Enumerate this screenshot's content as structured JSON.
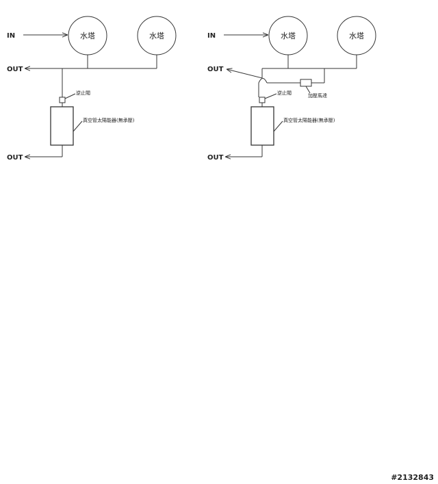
{
  "left": {
    "in_label": "IN",
    "out_top_label": "OUT",
    "out_bottom_label": "OUT",
    "tank1_label": "水塔",
    "tank2_label": "水塔",
    "check_valve_label": "逆止閥",
    "heater_label": "真空管太陽能器(無承壓)"
  },
  "right": {
    "in_label": "IN",
    "out_top_label": "OUT",
    "out_bottom_label": "OUT",
    "tank1_label": "水塔",
    "tank2_label": "水塔",
    "check_valve_label": "逆止閥",
    "pump_label": "加壓馬達",
    "heater_label": "真空管太陽能器(無承壓)"
  },
  "watermark": "#2132843"
}
